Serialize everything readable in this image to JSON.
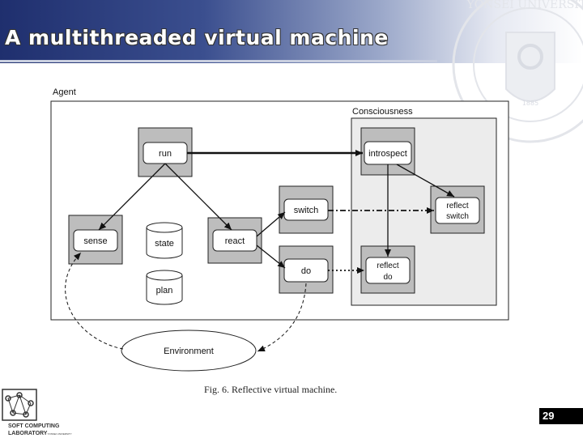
{
  "slide": {
    "title": "A multithreaded virtual machine",
    "page_number": "29"
  },
  "watermark": {
    "text": "YONSEI UNIVERSITY",
    "year": "1885"
  },
  "lab": {
    "line1": "SOFT COMPUTING",
    "line2": "LABORATORY",
    "sub": "YONSEI UNIVERSITY"
  },
  "diagram": {
    "agent_label": "Agent",
    "consciousness_label": "Consciousness",
    "caption": "Fig. 6.  Reflective virtual machine.",
    "nodes": {
      "run": "run",
      "sense": "sense",
      "state": "state",
      "plan": "plan",
      "react": "react",
      "switch": "switch",
      "do": "do",
      "introspect": "introspect",
      "reflect_switch_1": "reflect",
      "reflect_switch_2": "switch",
      "reflect_do_1": "reflect",
      "reflect_do_2": "do",
      "environment": "Environment"
    }
  },
  "colors": {
    "header_dark": "#1f2f6e",
    "box_fill": "#bdbdbd",
    "consciousness_fill": "#ececec"
  }
}
